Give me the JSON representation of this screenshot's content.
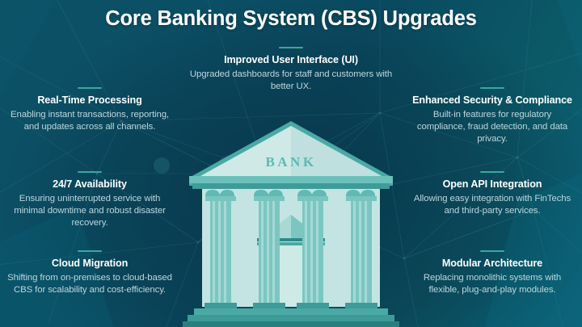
{
  "header": {
    "title": "Core Banking System (CBS) Upgrades"
  },
  "illustration": {
    "name": "bank-building",
    "sign_text": "BANK",
    "colors": {
      "roof_light": "#c9e6e4",
      "roof_mid": "#6cc0bb",
      "roof_dark": "#2f8a88",
      "column_light": "#cfe9e7",
      "column_mid": "#7cc6c1",
      "base_dark": "#2b7f7e",
      "wall": "#c3e4e2"
    }
  },
  "theme": {
    "background_dark": "#083448",
    "background_teal": "#0d5166",
    "background_light": "#0c607a",
    "divider": "#3aa8a0",
    "heading_text": "#ffffff",
    "body_text": "#bcd6dd"
  },
  "blocks": {
    "top": {
      "heading": "Improved User Interface (UI)",
      "body": "Upgraded dashboards for staff and customers with better UX."
    },
    "left": [
      {
        "heading": "Real-Time Processing",
        "body": "Enabling instant transactions, reporting, and updates across all channels."
      },
      {
        "heading": "24/7 Availability",
        "body": "Ensuring uninterrupted service with minimal downtime and robust disaster recovery."
      },
      {
        "heading": "Cloud Migration",
        "body": "Shifting from on-premises to cloud-based CBS for scalability and cost-efficiency."
      }
    ],
    "right": [
      {
        "heading": "Enhanced Security & Compliance",
        "body": "Built-in features for regulatory compliance, fraud detection, and data privacy."
      },
      {
        "heading": "Open API Integration",
        "body": "Allowing easy integration with FinTechs and third-party services."
      },
      {
        "heading": "Modular Architecture",
        "body": "Replacing monolithic systems with flexible, plug-and-play modules."
      }
    ]
  }
}
